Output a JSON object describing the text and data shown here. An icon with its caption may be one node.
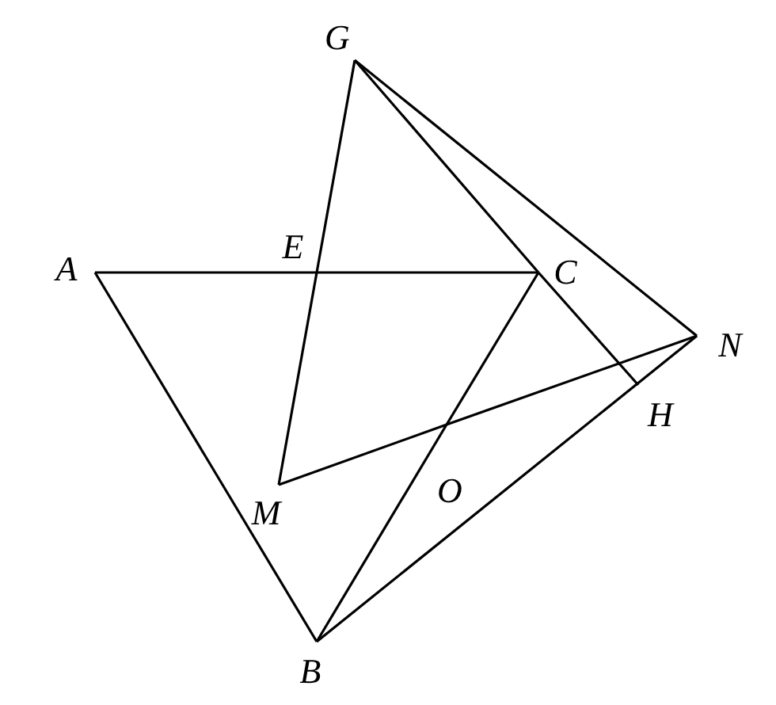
{
  "diagram": {
    "nodes": [
      {
        "text": [
          "G"
        ]
      },
      {
        "text": [
          "A"
        ]
      },
      {
        "text": [
          "E"
        ]
      },
      {
        "text": [
          "C"
        ]
      },
      {
        "text": [
          "N"
        ]
      },
      {
        "text": [
          "H"
        ]
      },
      {
        "text": [
          "M"
        ]
      },
      {
        "text": [
          "O"
        ]
      },
      {
        "text": [
          "B"
        ]
      }
    ],
    "edges": [
      {
        "from": 1,
        "to": 2,
        "arrow": "none"
      },
      {
        "from": 2,
        "to": 3,
        "arrow": "none"
      },
      {
        "from": 1,
        "to": 8,
        "arrow": "none"
      },
      {
        "from": 3,
        "to": 7,
        "arrow": "none"
      },
      {
        "from": 7,
        "to": 8,
        "arrow": "none"
      },
      {
        "from": 8,
        "to": 4,
        "arrow": "none"
      },
      {
        "from": 0,
        "to": 2,
        "arrow": "none"
      },
      {
        "from": 2,
        "to": 6,
        "arrow": "none"
      },
      {
        "from": 0,
        "to": 3,
        "arrow": "none"
      },
      {
        "from": 3,
        "to": 5,
        "arrow": "none"
      },
      {
        "from": 0,
        "to": 4,
        "arrow": "none"
      },
      {
        "from": 6,
        "to": 7,
        "arrow": "none"
      },
      {
        "from": 7,
        "to": 4,
        "arrow": "none"
      }
    ]
  }
}
